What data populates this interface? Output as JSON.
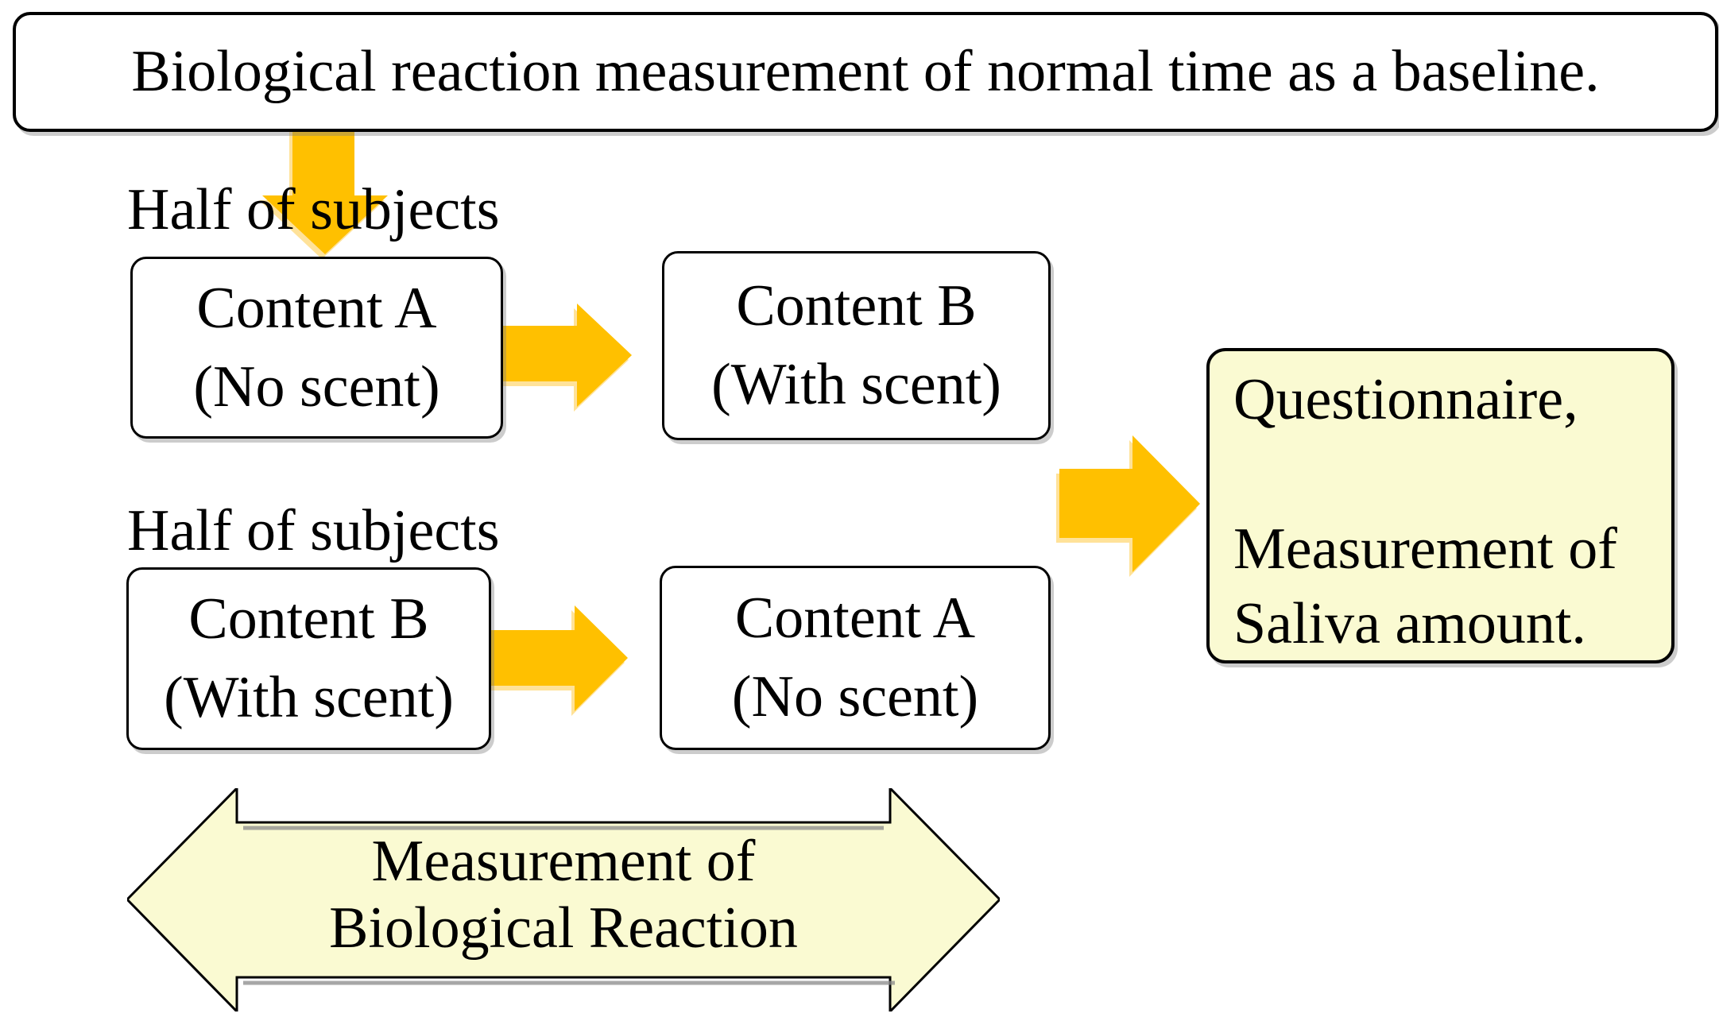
{
  "title_box": {
    "text": "Biological reaction measurement of normal time as a baseline."
  },
  "flow": {
    "group1": {
      "label": "Half of subjects",
      "step1": {
        "line1": "Content A",
        "line2": "(No scent)"
      },
      "step2": {
        "line1": "Content B",
        "line2": "(With scent)"
      }
    },
    "group2": {
      "label": "Half of subjects",
      "step1": {
        "line1": "Content B",
        "line2": "(With scent)"
      },
      "step2": {
        "line1": "Content A",
        "line2": "(No scent)"
      }
    }
  },
  "result_box": {
    "line1": "Questionnaire,",
    "line2": "Measurement of",
    "line3": "Saliva amount."
  },
  "bottom_arrow": {
    "line1": "Measurement of",
    "line2": "Biological Reaction"
  },
  "colors": {
    "arrow_gold": "#FFC000",
    "panel_yellow": "#FAFAD2",
    "border_black": "#000000",
    "shadow_gray": "#8a8a8a"
  }
}
